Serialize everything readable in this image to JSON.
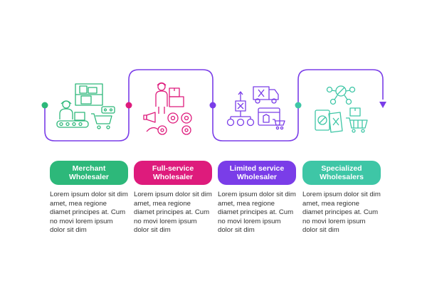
{
  "steps": [
    {
      "title": "Merchant Wholesaler",
      "description": "Lorem ipsum dolor sit dim amet, mea regione diamet principes at. Cum no movi lorem ipsum dolor sit dim",
      "color": "#2db87a",
      "icon": "merchant-wholesaler-icon"
    },
    {
      "title": "Full-service Wholesaler",
      "description": "Lorem ipsum dolor sit dim amet, mea regione diamet principes at. Cum no movi lorem ipsum dolor sit dim",
      "color": "#de1b7c",
      "icon": "full-service-wholesaler-icon"
    },
    {
      "title": "Limited service Wholesaler",
      "description": "Lorem ipsum dolor sit dim amet, mea regione diamet principes at. Cum no movi lorem ipsum dolor sit dim",
      "color": "#7a3de8",
      "icon": "limited-service-wholesaler-icon"
    },
    {
      "title": "Specialized Wholesalers",
      "description": "Lorem ipsum dolor sit dim amet, mea regione diamet principes at. Cum no movi lorem ipsum dolor sit dim",
      "color": "#3ec6a6",
      "icon": "specialized-wholesalers-icon"
    }
  ],
  "line_color": "#7a3de8"
}
